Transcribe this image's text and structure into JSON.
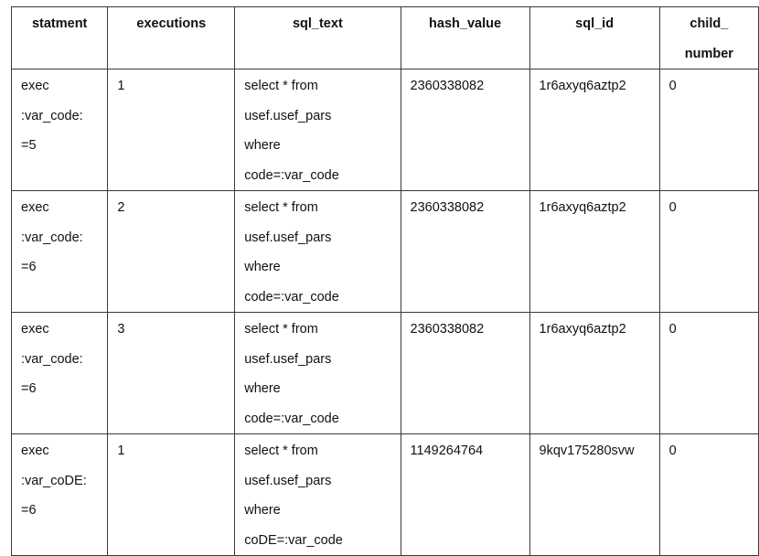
{
  "table": {
    "headers": {
      "statment": "statment",
      "executions": "executions",
      "sql_text": "sql_text",
      "hash_value": "hash_value",
      "sql_id": "sql_id",
      "child_number_line1": "child_",
      "child_number_line2": "number"
    },
    "rows": [
      {
        "statment": [
          ":var_code:",
          "=5"
        ],
        "statment_first": "exec",
        "executions": "1",
        "sql_text": [
          "select * from",
          "usef.usef_pars",
          "where",
          "code=:var_code"
        ],
        "hash_value": "2360338082",
        "sql_id": "1r6axyq6aztp2",
        "child_number": "0"
      },
      {
        "statment_first": "exec",
        "statment": [
          ":var_code:",
          "=6"
        ],
        "executions": "2",
        "sql_text": [
          "select * from",
          "usef.usef_pars",
          "where",
          "code=:var_code"
        ],
        "hash_value": "2360338082",
        "sql_id": "1r6axyq6aztp2",
        "child_number": "0"
      },
      {
        "statment_first": "exec",
        "statment": [
          ":var_code:",
          "=6"
        ],
        "executions": "3",
        "sql_text": [
          "select * from",
          "usef.usef_pars",
          "where",
          "code=:var_code"
        ],
        "hash_value": "2360338082",
        "sql_id": "1r6axyq6aztp2",
        "child_number": "0"
      },
      {
        "statment_first": "exec",
        "statment": [
          ":var_coDE:",
          "=6"
        ],
        "executions": "1",
        "sql_text": [
          "select * from",
          "usef.usef_pars",
          "where",
          "coDE=:var_code"
        ],
        "hash_value": "1149264764",
        "sql_id": "9kqv175280svw",
        "child_number": "0"
      }
    ]
  }
}
